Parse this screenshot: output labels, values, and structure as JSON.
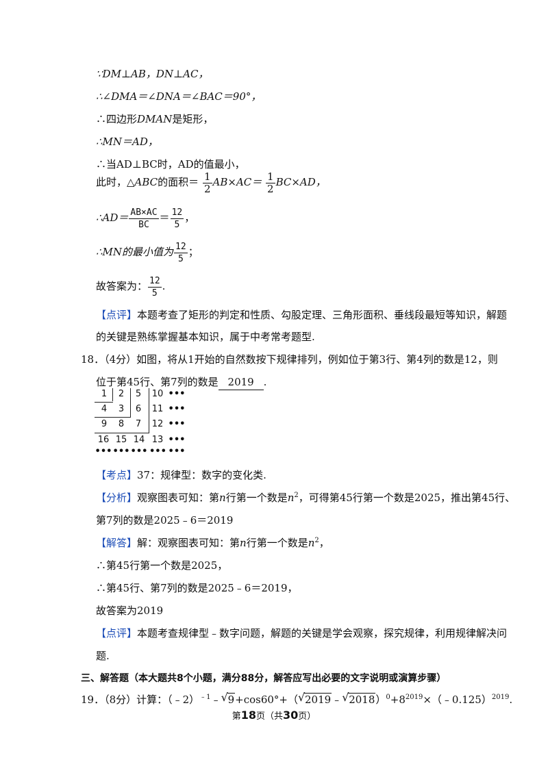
{
  "solution17": {
    "l1": "∵DM⊥AB，DN⊥AC，",
    "l2": "∴∠DMA＝∠DNA＝∠BAC＝90°，",
    "l3a": "∴四边形",
    "l3b": "DMAN",
    "l3c": "是矩形，",
    "l4": "∴MN＝AD，",
    "l5": "∴当AD⊥BC时，AD的值最小，",
    "l6a": "此时，△",
    "l6b": "ABC",
    "l6c": "的面积＝",
    "l6d": "AB×AC＝",
    "l6e": "BC×AD，",
    "half_num": "1",
    "half_den": "2",
    "l7a": "∴AD＝",
    "l7_num": "AB×AC",
    "l7_den": "BC",
    "l7b": "＝",
    "ans_num": "12",
    "ans_den": "5",
    "l7c": "，",
    "l8a": "∴MN的最小值为",
    "l8b": "；",
    "l9a": "故答案为：",
    "l9b": ".",
    "comment_tag": "【点评】",
    "comment_text": "本题考查了矩形的判定和性质、勾股定理、三角形面积、垂线段最短等知识，解题",
    "comment_text2": "的关键是熟练掌握基本知识，属于中考常考题型."
  },
  "q18": {
    "stem": "18．（4分）如图，将从1开始的自然数按下规律排列，例如位于第3行、第4列的数是12，则",
    "stem2a": "位于第45行、第7列的数是",
    "answer": "2019",
    "stem2b": ".",
    "grid": {
      "r1": [
        "1",
        "2",
        "5",
        "10",
        "•••"
      ],
      "r2": [
        "4",
        "3",
        "6",
        "11",
        "•••"
      ],
      "r3": [
        "9",
        "8",
        "7",
        "12",
        "•••"
      ],
      "r4": [
        "16",
        "15",
        "14",
        "13",
        "•••"
      ],
      "r5": [
        "•••",
        "•••",
        "•••",
        "•••",
        "•••"
      ]
    },
    "kaodian_tag": "【考点】",
    "kaodian": "37：规律型：数字的变化类.",
    "fenxi_tag": "【分析】",
    "fenxi_a": "观察图表可知：第",
    "fenxi_n": "n",
    "fenxi_b": "行第一个数是",
    "fenxi_c": "，可得第45行第一个数是2025，推出第45行、",
    "fenxi2": "第7列的数是2025﹣6＝2019",
    "jieda_tag": "【解答】",
    "jieda_a": "解：观察图表可知：第",
    "jieda_b": "行第一个数是",
    "jieda_c": "，",
    "s2": "∴第45行第一个数是2025，",
    "s3": "∴第45行、第7列的数是2025﹣6＝2019，",
    "s4": "故答案为2019",
    "comment_tag": "【点评】",
    "comment_text": "本题考查规律型﹣数字问题，解题的关键是学会观察，探究规律，利用规律解决问",
    "comment_text2": "题."
  },
  "section3": "三、解答题（本大题共8个小题，满分88分，解答应写出必要的文字说明或演算步骤）",
  "q19": {
    "a": "19．（8分）计算：（﹣2）",
    "exp1": "﹣1",
    "b": "﹣",
    "r1": "9",
    "c": "+cos60°+（",
    "r2": "2019",
    "d": "﹣",
    "r3": "2018",
    "e": "）",
    "exp0": "0",
    "f": "+8",
    "exp2019": "2019",
    "g": "×（﹣0.125）",
    "exp2019b": "2019",
    "h": "."
  },
  "footer": {
    "a": "第",
    "page": "18",
    "b": "页（共",
    "total": "30",
    "c": "页）"
  }
}
